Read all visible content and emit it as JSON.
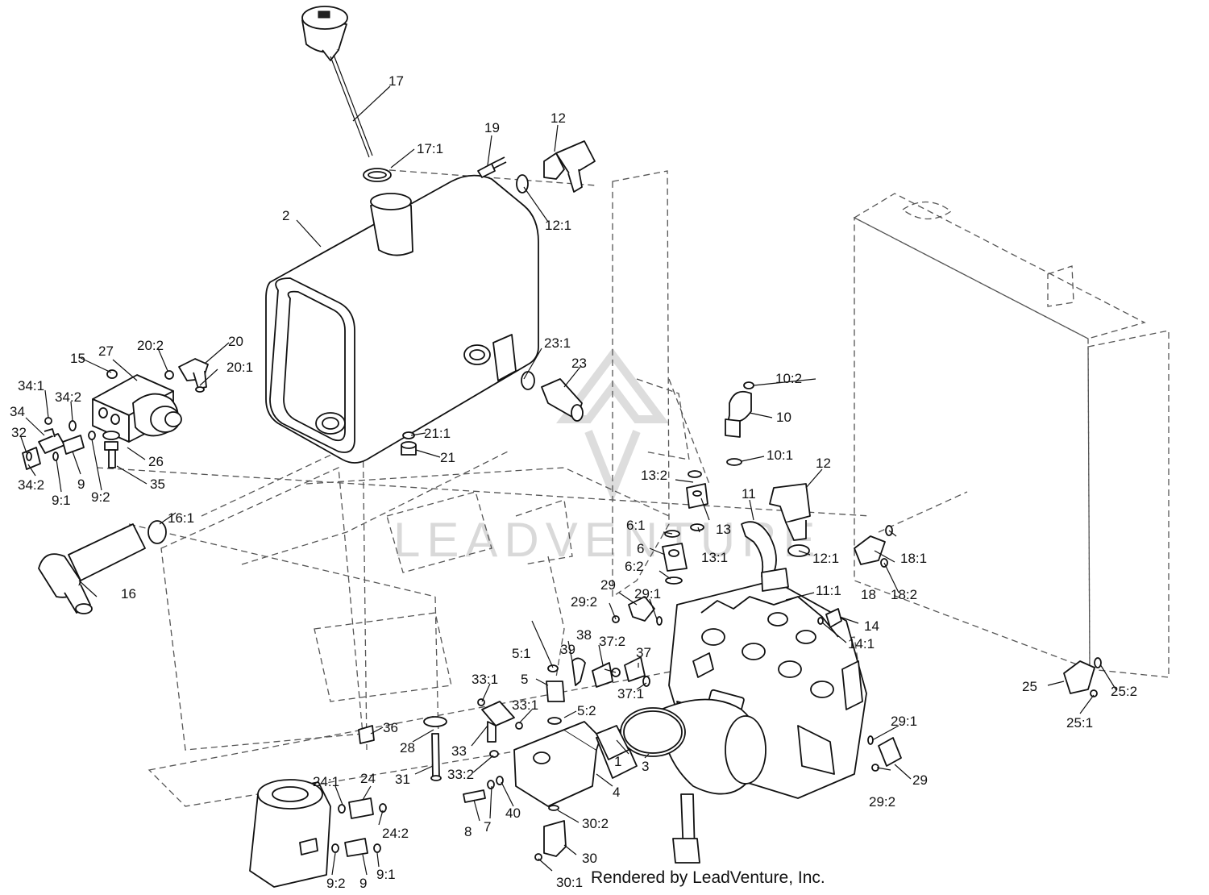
{
  "watermark": {
    "text": "LEADVENTURE"
  },
  "credit": "Rendered by LeadVenture, Inc.",
  "callouts": {
    "c1": "1",
    "c2": "2",
    "c3": "3",
    "c4": "4",
    "c5": "5",
    "c5_1": "5:1",
    "c5_2": "5:2",
    "c6": "6",
    "c6_1": "6:1",
    "c6_2": "6:2",
    "c7": "7",
    "c8": "8",
    "c9a": "9",
    "c9_1a": "9:1",
    "c9_2a": "9:2",
    "c9b": "9",
    "c9_1b": "9:1",
    "c9_2b": "9:2",
    "c10": "10",
    "c10_1": "10:1",
    "c10_2": "10:2",
    "c11": "11",
    "c11_1": "11:1",
    "c12a": "12",
    "c12_1a": "12:1",
    "c12b": "12",
    "c12_1b": "12:1",
    "c13": "13",
    "c13_1": "13:1",
    "c13_2": "13:2",
    "c14": "14",
    "c14_1": "14:1",
    "c15": "15",
    "c16": "16",
    "c16_1": "16:1",
    "c17": "17",
    "c17_1": "17:1",
    "c18": "18",
    "c18_1": "18:1",
    "c18_2": "18:2",
    "c19": "19",
    "c20": "20",
    "c20_1": "20:1",
    "c20_2": "20:2",
    "c21": "21",
    "c21_1": "21:1",
    "c23": "23",
    "c23_1": "23:1",
    "c24": "24",
    "c24_1": "24:1",
    "c24_2": "24:2",
    "c25": "25",
    "c25_1": "25:1",
    "c25_2": "25:2",
    "c26": "26",
    "c27": "27",
    "c28": "28",
    "c29a": "29",
    "c29_1a": "29:1",
    "c29_2a": "29:2",
    "c29b": "29",
    "c29_1b": "29:1",
    "c29_2b": "29:2",
    "c30": "30",
    "c30_1": "30:1",
    "c30_2": "30:2",
    "c31": "31",
    "c32": "32",
    "c33": "33",
    "c33_1a": "33:1",
    "c33_1b": "33:1",
    "c33_2": "33:2",
    "c34": "34",
    "c34_1": "34:1",
    "c34_2a": "34:2",
    "c34_2b": "34:2",
    "c35": "35",
    "c36": "36",
    "c37": "37",
    "c37_1": "37:1",
    "c37_2": "37:2",
    "c38": "38",
    "c39": "39",
    "c40": "40"
  }
}
